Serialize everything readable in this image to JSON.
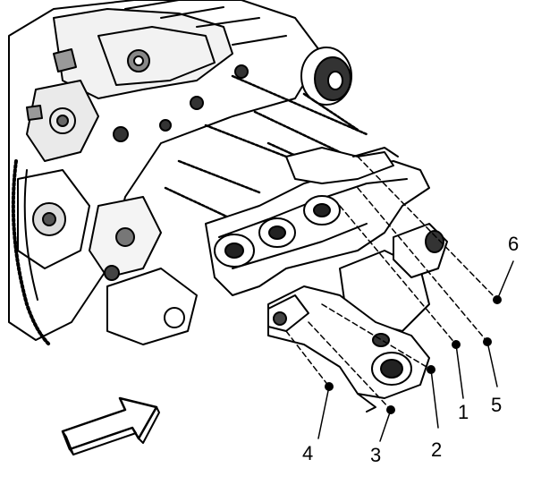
{
  "diagram": {
    "callouts": [
      {
        "id": "1",
        "label": "1"
      },
      {
        "id": "2",
        "label": "2"
      },
      {
        "id": "3",
        "label": "3"
      },
      {
        "id": "4",
        "label": "4"
      },
      {
        "id": "5",
        "label": "5"
      },
      {
        "id": "6",
        "label": "6"
      }
    ],
    "colors": {
      "ink": "#000000",
      "paper": "#ffffff"
    },
    "icons": [
      "forward-arrow-icon"
    ]
  }
}
